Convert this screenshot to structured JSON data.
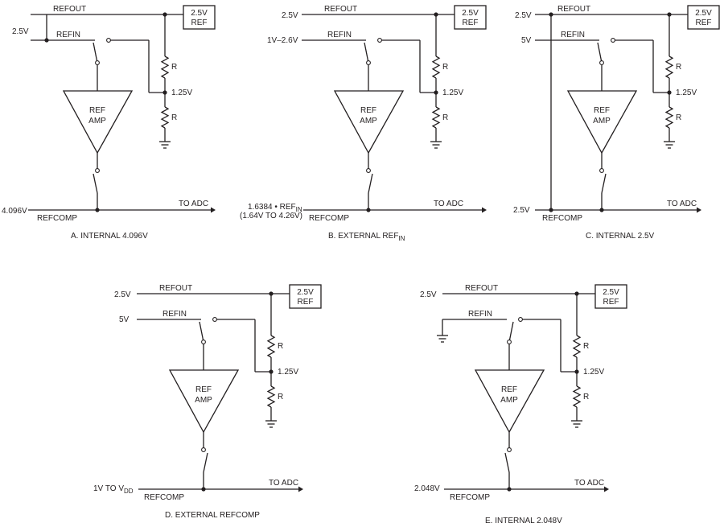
{
  "labels": {
    "refout": "REFOUT",
    "refin": "REFIN",
    "refcomp": "REFCOMP",
    "to_adc": "TO ADC",
    "r": "R",
    "mid": "1.25V",
    "amp_1": "REF",
    "amp_2": "AMP",
    "ref_1": "2.5V",
    "ref_2": "REF"
  },
  "panels": [
    {
      "id": "A",
      "top_left": "",
      "refin_input": "2.5V",
      "refcomp_value": "4.096V",
      "refcomp_value_2": "",
      "caption": "A.  INTERNAL 4.096V",
      "caption_sub": ""
    },
    {
      "id": "B",
      "top_left": "2.5V",
      "refin_input": "1V–2.6V",
      "refcomp_value": "1.6384 • REF",
      "refcomp_value_sub": "IN",
      "refcomp_value_2": "(1.64V TO 4.26V)",
      "caption": "B.  EXTERNAL REF",
      "caption_sub": "IN"
    },
    {
      "id": "C",
      "top_left": "2.5V",
      "refin_input": "5V",
      "refcomp_value": "2.5V",
      "refcomp_value_2": "",
      "caption": "C.  INTERNAL 2.5V",
      "caption_sub": ""
    },
    {
      "id": "D",
      "top_left": "2.5V",
      "refin_input": "5V",
      "refcomp_value": "1V TO V",
      "refcomp_value_sub": "DD",
      "refcomp_value_2": "",
      "caption": "D.  EXTERNAL REFCOMP",
      "caption_sub": ""
    },
    {
      "id": "E",
      "top_left": "2.5V",
      "refin_input": "",
      "refcomp_value": "2.048V",
      "refcomp_value_2": "",
      "caption": "E.  INTERNAL 2.048V",
      "caption_sub": ""
    }
  ]
}
